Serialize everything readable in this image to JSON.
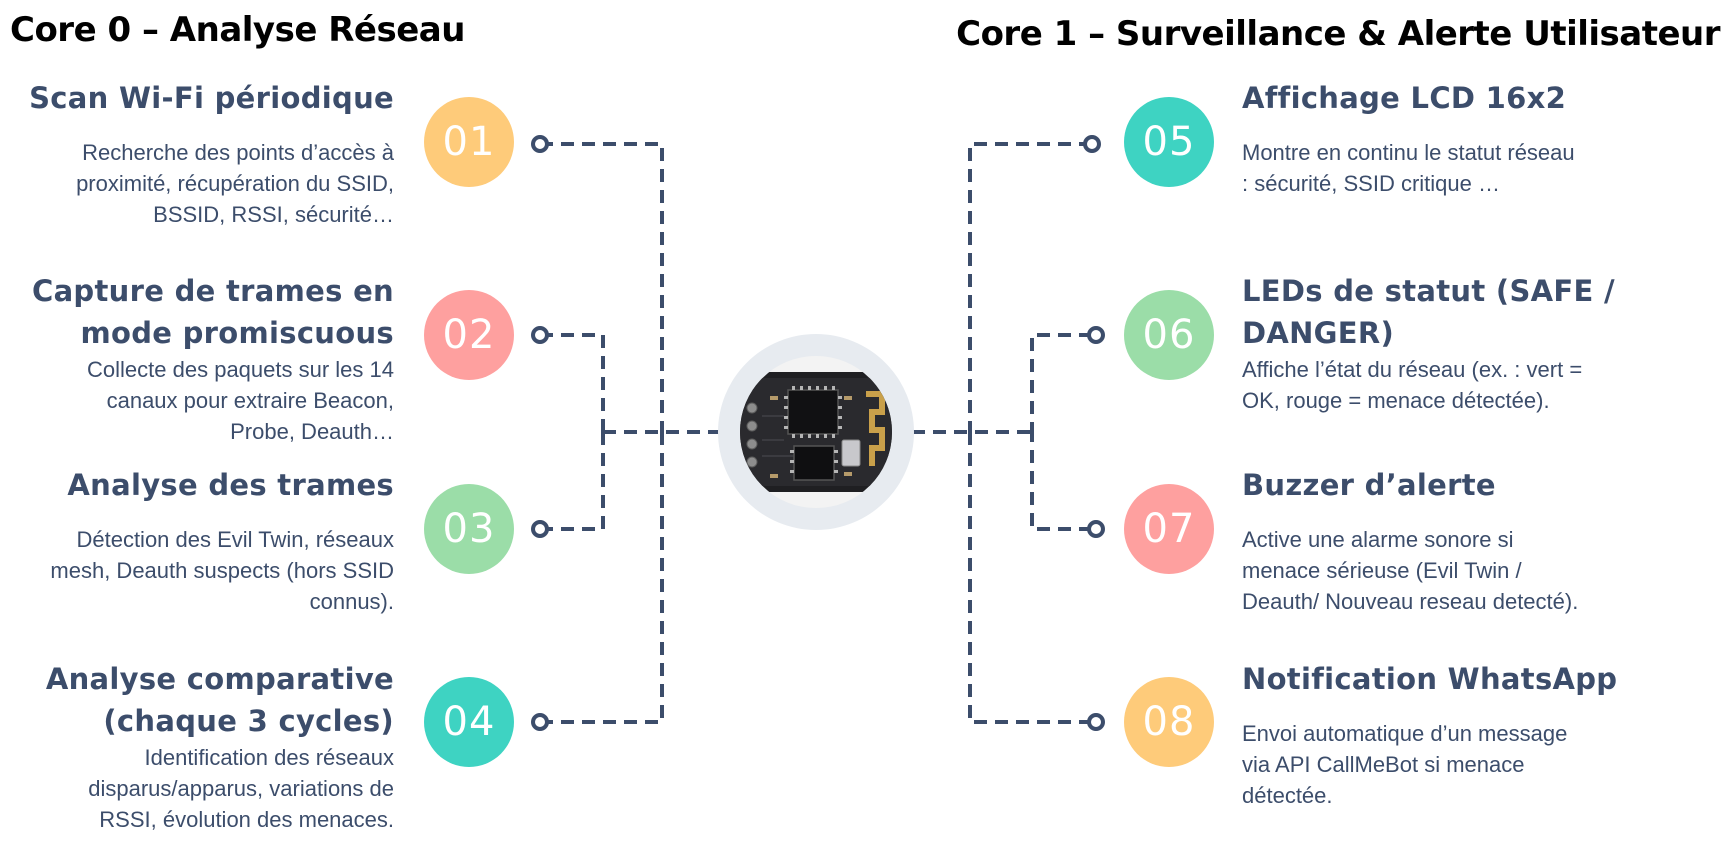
{
  "cores": {
    "left": "Core 0 – Analyse Réseau",
    "right": "Core 1 – Surveillance & Alerte Utilisateur"
  },
  "steps": [
    {
      "num": "01",
      "color": "#fecb7a",
      "title": [
        "Scan Wi-Fi périodique"
      ],
      "desc": [
        "Recherche des points d’accès à",
        "proximité, récupération du SSID,",
        "BSSID, RSSI, sécurité…"
      ]
    },
    {
      "num": "02",
      "color": "#fea09f",
      "title": [
        "Capture de trames en",
        "mode promiscuous"
      ],
      "desc": [
        "Collecte des paquets sur les 14",
        "canaux pour extraire Beacon,",
        "Probe, Deauth…"
      ]
    },
    {
      "num": "03",
      "color": "#9bdda8",
      "title": [
        "Analyse des trames"
      ],
      "desc": [
        "Détection des Evil Twin, réseaux",
        "mesh, Deauth suspects (hors SSID",
        "connus)."
      ]
    },
    {
      "num": "04",
      "color": "#3ed3c2",
      "title": [
        "Analyse comparative",
        "(chaque 3 cycles)"
      ],
      "desc": [
        "Identification des réseaux",
        "disparus/apparus, variations de",
        "RSSI, évolution des menaces."
      ]
    },
    {
      "num": "05",
      "color": "#3ed3c2",
      "title": [
        "Affichage LCD 16x2"
      ],
      "desc": [
        "Montre en continu le statut réseau",
        ": sécurité, SSID critique …"
      ]
    },
    {
      "num": "06",
      "color": "#9bdda8",
      "title": [
        "LEDs de statut (SAFE /",
        "DANGER)"
      ],
      "desc": [
        "Affiche l’état du réseau (ex. : vert =",
        "OK, rouge = menace détectée)."
      ]
    },
    {
      "num": "07",
      "color": "#fea09f",
      "title": [
        "Buzzer d’alerte"
      ],
      "desc": [
        "Active une alarme sonore si",
        "menace sérieuse (Evil Twin /",
        "Deauth/ Nouveau reseau detecté)."
      ]
    },
    {
      "num": "08",
      "color": "#fecb7a",
      "title": [
        "Notification WhatsApp"
      ],
      "desc": [
        "Envoi automatique d’un message",
        "via API CallMeBot si menace",
        "détectée."
      ]
    }
  ]
}
